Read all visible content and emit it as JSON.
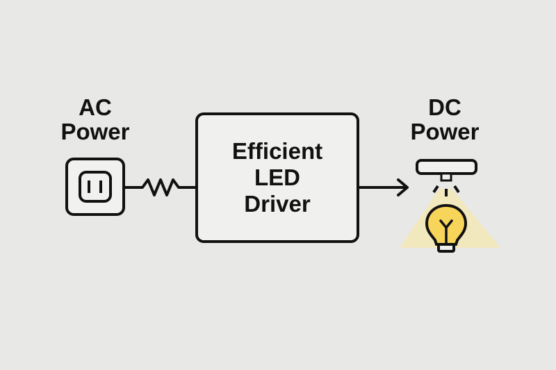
{
  "diagram": {
    "input": {
      "label_line1": "AC",
      "label_line2": "Power",
      "icon": "power-outlet-icon"
    },
    "connector_in": {
      "icon": "resistor-icon"
    },
    "driver": {
      "line1": "Efficient",
      "line2": "LED",
      "line3": "Driver"
    },
    "connector_out": {
      "icon": "arrow-right-icon"
    },
    "output": {
      "label_line1": "DC",
      "label_line2": "Power",
      "icon": "ceiling-light-bulb-icon"
    },
    "colors": {
      "stroke": "#111111",
      "background": "#e8e8e6",
      "bulb": "#f7d55a",
      "glow": "#f3e7b5"
    }
  }
}
